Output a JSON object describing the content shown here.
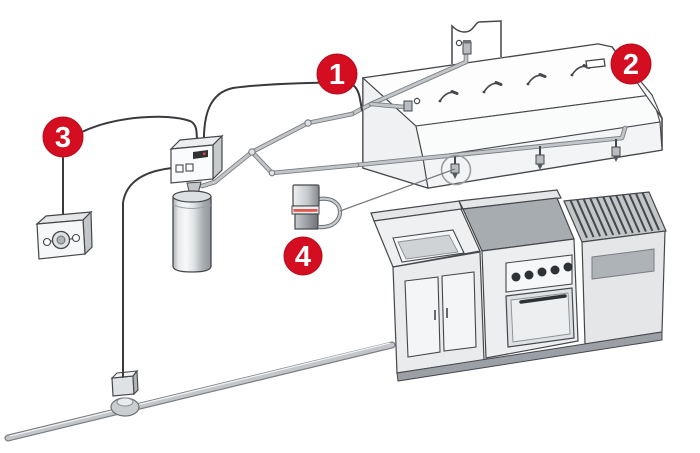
{
  "diagram": {
    "badges": [
      {
        "number": "1",
        "component": "detection-line"
      },
      {
        "number": "2",
        "component": "hood-heat-detector"
      },
      {
        "number": "3",
        "component": "manual-pull-station"
      },
      {
        "number": "4",
        "component": "mechanical-gas-valve"
      }
    ],
    "colors": {
      "badge_red": "#d40d21",
      "outline": "#45474b",
      "cable_dark": "#3a3a3e",
      "pipe_gray": "#c2c6c9",
      "pipe_edge": "#7a7e82",
      "valve_stripe_red": "#e2574c"
    }
  }
}
